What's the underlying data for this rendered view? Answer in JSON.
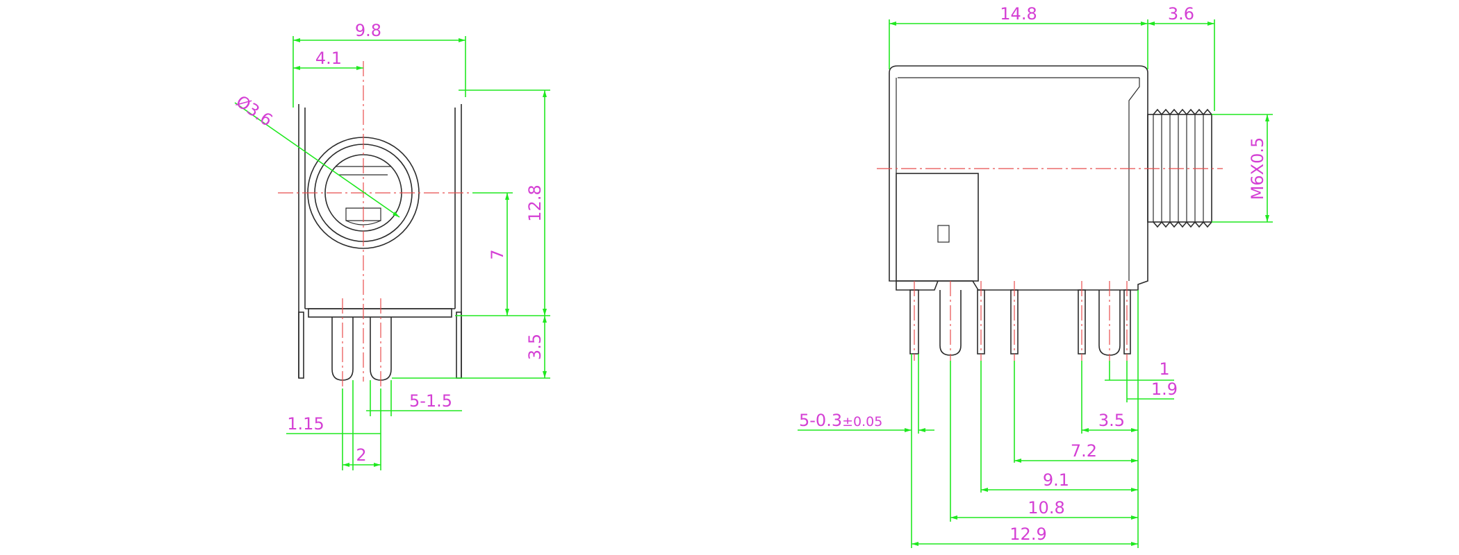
{
  "colors": {
    "outline": "#2b2b2b",
    "centerline": "#e84c4c",
    "dimension_line": "#1fe81f",
    "dimension_text": "#d43fd4",
    "background": "#ffffff"
  },
  "front_view": {
    "dims": {
      "overall_width": "9.8",
      "center_offset": "4.1",
      "hole_diameter": "Ø3.6",
      "overall_height": "12.8",
      "center_height": "7",
      "pin_length": "3.5",
      "pin_width": "5-1.5",
      "pin_offset": "1.15",
      "pin_pitch": "2"
    }
  },
  "side_view": {
    "dims": {
      "body_length": "14.8",
      "thread_length": "3.6",
      "thread_size": "M6X0.5",
      "pin_thickness_prefix": "5-0.3",
      "pin_thickness_tol": "±0.05",
      "d_1": "1",
      "d_1_9": "1.9",
      "d_3_5": "3.5",
      "d_7_2": "7.2",
      "d_9_1": "9.1",
      "d_10_8": "10.8",
      "d_12_9": "12.9"
    }
  }
}
